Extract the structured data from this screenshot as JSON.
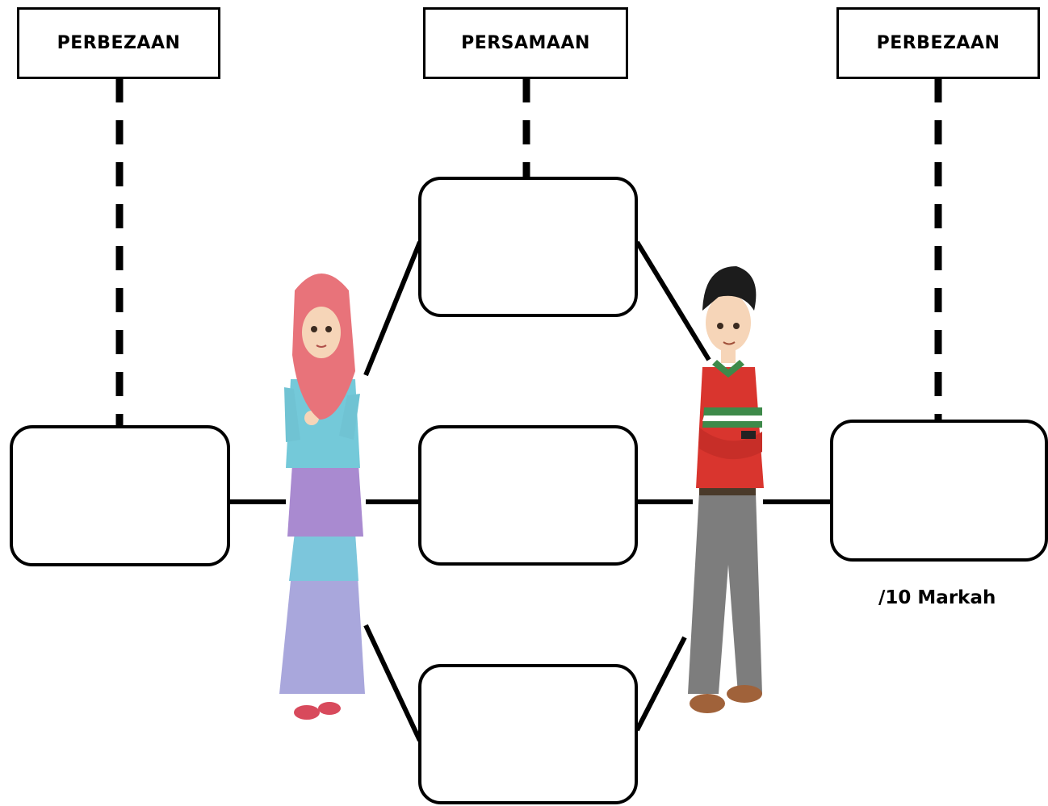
{
  "headers": {
    "left": "PERBEZAAN",
    "center": "PERSAMAAN",
    "right": "PERBEZAAN"
  },
  "answer_boxes": {
    "left_difference": "",
    "similarity_top": "",
    "similarity_middle": "",
    "similarity_bottom": "",
    "right_difference": ""
  },
  "score_label": "/10 Markah",
  "illustrations": {
    "left": "girl-in-hijab",
    "right": "boy-in-red-shirt"
  },
  "colors": {
    "line": "#000000",
    "hijab": "#e8737a",
    "dress_top": "#6fc7d6",
    "dress_bottom": "#b48fcf",
    "shirt": "#d9352e",
    "trousers": "#7d7d7d",
    "skin": "#f6d5b8"
  }
}
